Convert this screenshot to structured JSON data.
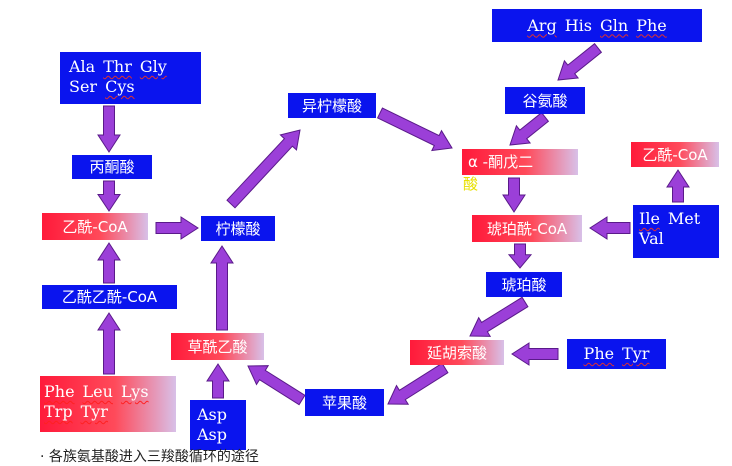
{
  "nodes": {
    "aa_group_1": {
      "line1": [
        "Ala",
        "Thr",
        "Gly"
      ],
      "line2": [
        "Ser",
        "Cys"
      ]
    },
    "pyruvate": "丙酮酸",
    "acetyl_coa": "乙酰-CoA",
    "acetoacetyl_coa": "乙酰乙酰-CoA",
    "aa_group_2": {
      "line1": [
        "Phe",
        "Leu",
        "Lys"
      ],
      "line2": [
        "Trp",
        "Tyr"
      ]
    },
    "isocitrate": "异柠檬酸",
    "citrate": "柠檬酸",
    "oxaloacetate": "草酰乙酸",
    "aa_group_asp": [
      "Asp",
      "Asp"
    ],
    "fumarate_box": "苹果酸",
    "aa_group_top": [
      "Arg",
      "His",
      "Gln",
      "Phe"
    ],
    "glutamate": "谷氨酸",
    "alpha_kg": {
      "line1": "α -酮戊二",
      "line2": "酸"
    },
    "succinyl_coa": "琥珀酰-CoA",
    "aa_group_right": {
      "line1": [
        "Ile",
        "Met"
      ],
      "line2": "Val"
    },
    "acetyl_coa_right": "乙酰-CoA",
    "succinate": "琥珀酸",
    "fumarate": "延胡索酸",
    "aa_group_phe_tyr": [
      "Phe",
      "Tyr"
    ]
  },
  "footer_text": "· 各族氨基酸进入三羧酸循环的途径",
  "colors": {
    "box_blue": "#0a14ee",
    "box_red": "#ff1a3a",
    "arrow": "#9b3fd8",
    "arrow_stroke": "#5a1a8a"
  }
}
